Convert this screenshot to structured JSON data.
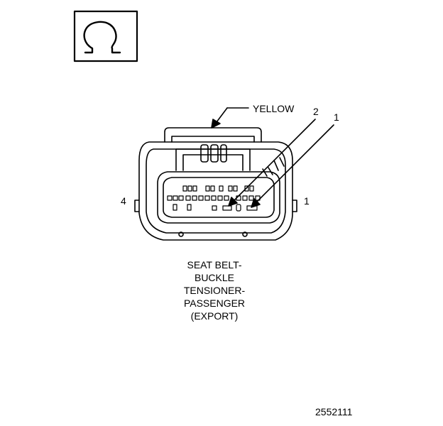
{
  "symbol": {
    "icon": "ohm-icon",
    "glyph": "Ω"
  },
  "connector": {
    "color_label": "YELLOW",
    "pin_callouts": [
      "2",
      "1"
    ],
    "end_labels": {
      "left": "4",
      "right": "1"
    }
  },
  "caption": {
    "lines": [
      "SEAT BELT-",
      "BUCKLE",
      "TENSIONER-",
      "PASSENGER",
      "(EXPORT)"
    ]
  },
  "figure_id": "2552111"
}
